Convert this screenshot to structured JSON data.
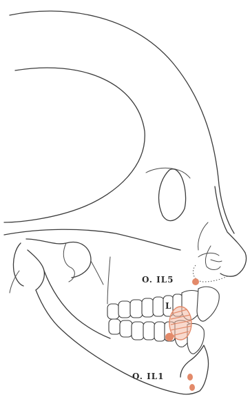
{
  "labels": {
    "upper_incisor_point": "O. IL5",
    "incisor_marker": "L",
    "lower_incisor_point": "O. IL1"
  },
  "colors": {
    "line": "#3a3a3a",
    "marker": "#e38a6a"
  }
}
